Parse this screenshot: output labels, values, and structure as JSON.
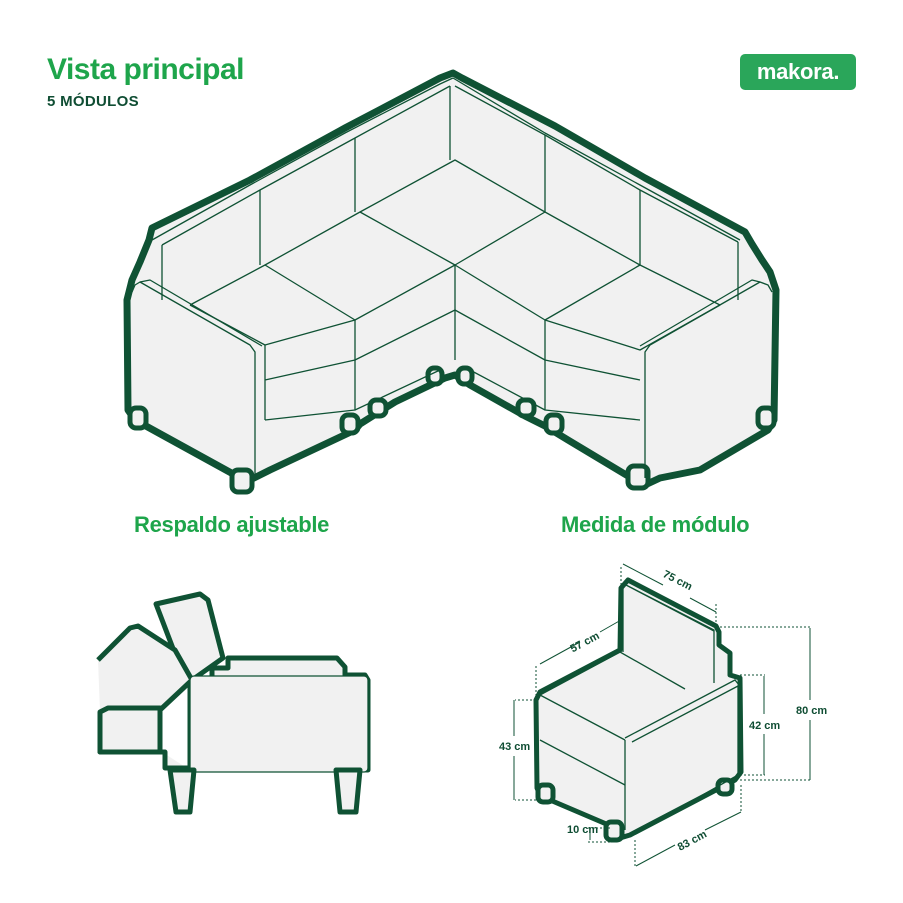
{
  "header": {
    "title": "Vista principal",
    "subtitle": "5 MÓDULOS"
  },
  "brand": {
    "logo_text": "makora.",
    "color": "#2aa65a"
  },
  "colors": {
    "accent_green": "#1ea54b",
    "outline_dark_green": "#0f5234",
    "fill_light_gray": "#f1f1f1"
  },
  "sections": {
    "main_view": {
      "label": "Vista principal",
      "modules": 5
    },
    "adjustable_back": {
      "label": "Respaldo ajustable"
    },
    "module_size": {
      "label": "Medida de módulo"
    }
  },
  "dimensions": {
    "back_width": "75 cm",
    "seat_depth": "57 cm",
    "seat_height": "43 cm",
    "arm_height": "42 cm",
    "total_height": "80 cm",
    "leg_height": "10 cm",
    "total_depth": "83 cm"
  }
}
